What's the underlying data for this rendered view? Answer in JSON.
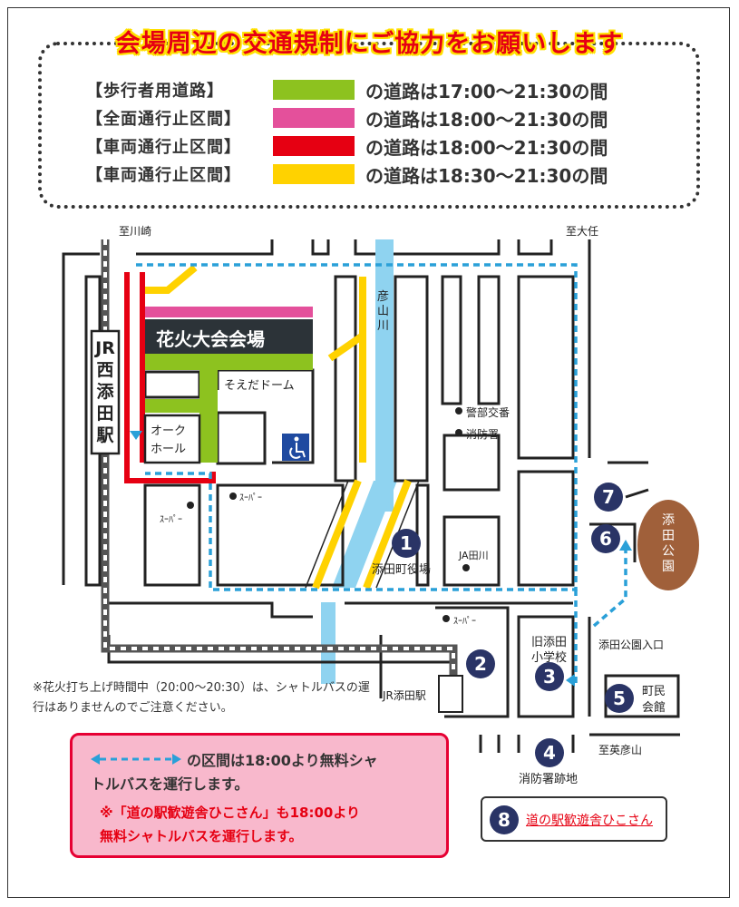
{
  "title": "会場周辺の交通規制にご協力をお願いします",
  "legend": [
    {
      "label": "【歩行者用道路】",
      "color": "#8dc21f",
      "text": "の道路は17:00～21:30の間"
    },
    {
      "label": "【全面通行止区間】",
      "color": "#e4509b",
      "text": "の道路は18:00～21:30の間"
    },
    {
      "label": "【車両通行止区間】",
      "color": "#e60012",
      "text": "の道路は18:00～21:30の間"
    },
    {
      "label": "【車両通行止区間】",
      "color": "#ffd200",
      "text": "の道路は18:30～21:30の間"
    }
  ],
  "map": {
    "to_kawasaki": "至川崎",
    "to_ooto": "至大任",
    "to_hikosan": "至英彦山",
    "station_west": "JR西添田駅",
    "station_soeda": "JR添田駅",
    "venue": "花火大会会場",
    "dome": "そえだドーム",
    "oak_hall_1": "オーク",
    "oak_hall_2": "ホール",
    "river": "彦山川",
    "police": "警部交番",
    "fire": "消防署",
    "super1": "ｽｰﾊﾟｰ",
    "super2": "ｽｰﾊﾟｰ",
    "super3": "ｽｰﾊﾟｰ",
    "ja": "JA田川",
    "town_office": "添田町役場",
    "school_1": "旧添田",
    "school_2": "小学校",
    "park": "添田公園",
    "park_entrance": "添田公園入口",
    "hall_1": "町民",
    "hall_2": "会館",
    "fire_site": "消防署跡地",
    "numbers": [
      "1",
      "2",
      "3",
      "4",
      "5",
      "6",
      "7"
    ]
  },
  "note": "※花火打ち上げ時間中（20:00～20:30）は、シャトルバスの運行はありませんのでご注意ください。",
  "shuttle": {
    "line1": "の区間は18:00より無料シャ",
    "line2": "トルバスを運行します。",
    "line3": "※「道の駅歓遊舎ひこさん」も18:00より",
    "line4": "無料シャトルバスを運行します。"
  },
  "michi": {
    "num": "8",
    "label": "道の駅歓遊舎ひこさん"
  },
  "colors": {
    "pedestrian": "#8dc21f",
    "full_closure": "#e4509b",
    "vehicle_red": "#e60012",
    "vehicle_yellow": "#ffd200",
    "shuttle": "#2aa0d8",
    "river": "#8fd3f0",
    "rail": "#555555"
  }
}
